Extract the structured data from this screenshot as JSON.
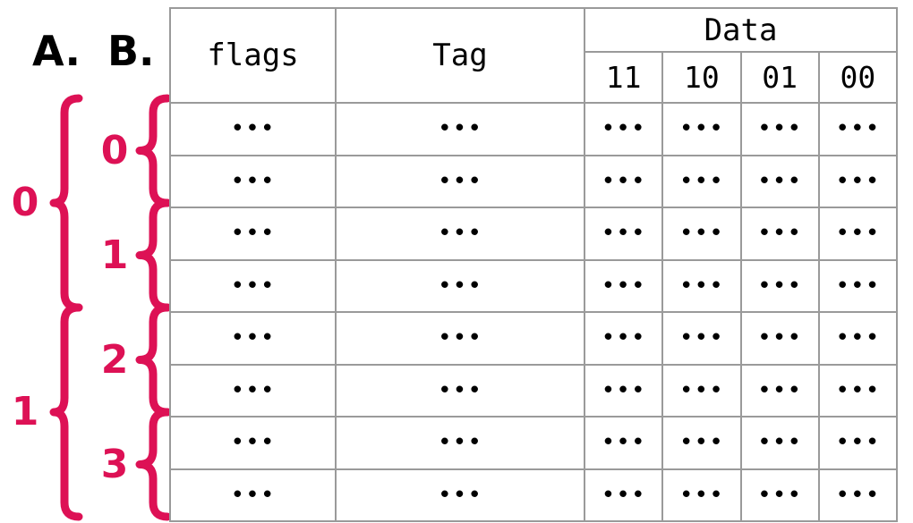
{
  "figure": {
    "panels": [
      {
        "id": "A",
        "label": "A."
      },
      {
        "id": "B",
        "label": "B."
      }
    ],
    "accent_color": "#DD1155",
    "tag_fill_color": "#0B2B62",
    "data_fill_color": "#1B4D35",
    "grid_color": "#9A9A9A"
  },
  "table": {
    "headers": {
      "flags": "flags",
      "tag": "Tag",
      "data_group": "Data",
      "data_sub": [
        "11",
        "10",
        "01",
        "00"
      ]
    },
    "rows": [
      {
        "flags": "•••",
        "tag": "•••",
        "data": [
          "•••",
          "•••",
          "•••",
          "•••"
        ]
      },
      {
        "flags": "•••",
        "tag": "•••",
        "data": [
          "•••",
          "•••",
          "•••",
          "•••"
        ]
      },
      {
        "flags": "•••",
        "tag": "•••",
        "data": [
          "•••",
          "•••",
          "•••",
          "•••"
        ]
      },
      {
        "flags": "•••",
        "tag": "•••",
        "data": [
          "•••",
          "•••",
          "•••",
          "•••"
        ]
      },
      {
        "flags": "•••",
        "tag": "•••",
        "data": [
          "•••",
          "•••",
          "•••",
          "•••"
        ]
      },
      {
        "flags": "•••",
        "tag": "•••",
        "data": [
          "•••",
          "•••",
          "•••",
          "•••"
        ]
      },
      {
        "flags": "•••",
        "tag": "•••",
        "data": [
          "•••",
          "•••",
          "•••",
          "•••"
        ]
      },
      {
        "flags": "•••",
        "tag": "•••",
        "data": [
          "•••",
          "•••",
          "•••",
          "•••"
        ]
      }
    ]
  },
  "braces": {
    "outer": {
      "panel": "A",
      "groups": [
        {
          "label": "0",
          "rows": [
            1,
            2,
            3,
            4
          ]
        },
        {
          "label": "1",
          "rows": [
            5,
            6,
            7,
            8
          ]
        }
      ]
    },
    "inner": {
      "panel": "B",
      "groups": [
        {
          "label": "0",
          "rows": [
            1,
            2
          ]
        },
        {
          "label": "1",
          "rows": [
            3,
            4
          ]
        },
        {
          "label": "2",
          "rows": [
            5,
            6
          ]
        },
        {
          "label": "3",
          "rows": [
            7,
            8
          ]
        }
      ]
    }
  }
}
